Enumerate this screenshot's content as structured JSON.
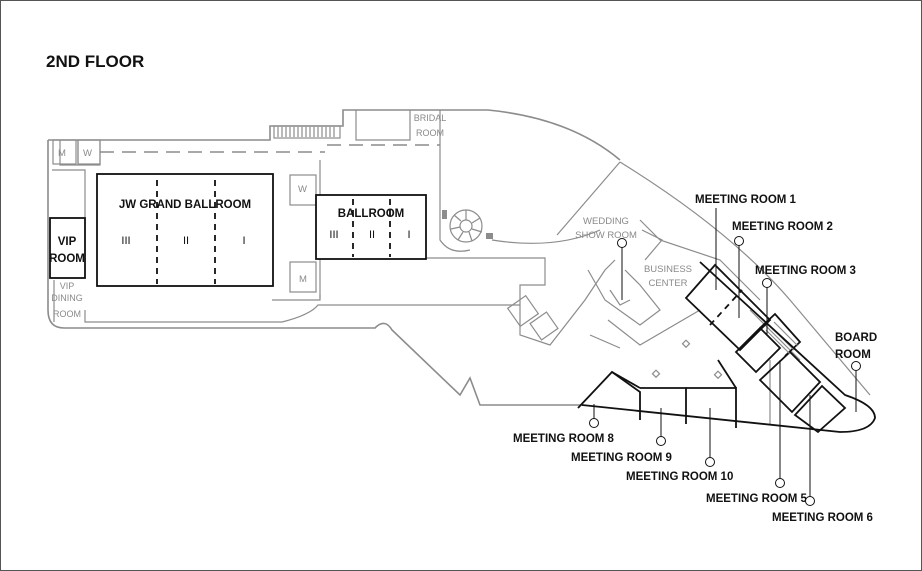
{
  "floor_title": "2ND FLOOR",
  "rooms": {
    "jw_grand_ballroom": {
      "label": "JW GRAND BALLROOM",
      "sections": [
        "III",
        "II",
        "I"
      ]
    },
    "ballroom": {
      "label": "BALLROOM",
      "sections": [
        "III",
        "II",
        "I"
      ]
    },
    "vip_room": {
      "label_line1": "VIP",
      "label_line2": "ROOM"
    }
  },
  "grey_labels": {
    "vip_dining_1": "VIP",
    "vip_dining_2": "DINING",
    "vip_dining_3": "ROOM",
    "bridal_1": "BRIDAL",
    "bridal_2": "ROOM",
    "wedding_1": "WEDDING",
    "wedding_2": "SHOW ROOM",
    "business_1": "BUSINESS",
    "business_2": "CENTER",
    "restroom_m": "M",
    "restroom_w": "W"
  },
  "meeting_rooms": [
    {
      "id": "meeting-room-1",
      "label": "MEETING ROOM 1"
    },
    {
      "id": "meeting-room-2",
      "label": "MEETING ROOM 2"
    },
    {
      "id": "meeting-room-3",
      "label": "MEETING ROOM 3"
    },
    {
      "id": "meeting-room-5",
      "label": "MEETING ROOM 5"
    },
    {
      "id": "meeting-room-6",
      "label": "MEETING ROOM 6"
    },
    {
      "id": "meeting-room-8",
      "label": "MEETING ROOM 8"
    },
    {
      "id": "meeting-room-9",
      "label": "MEETING ROOM 9"
    },
    {
      "id": "meeting-room-10",
      "label": "MEETING ROOM 10"
    }
  ],
  "board_room": {
    "line1": "BOARD",
    "line2": "ROOM"
  },
  "colors": {
    "wall": "#8c8c8c",
    "room_outline": "#111111",
    "label": "#111111",
    "grey_text": "#8a8a8a"
  }
}
